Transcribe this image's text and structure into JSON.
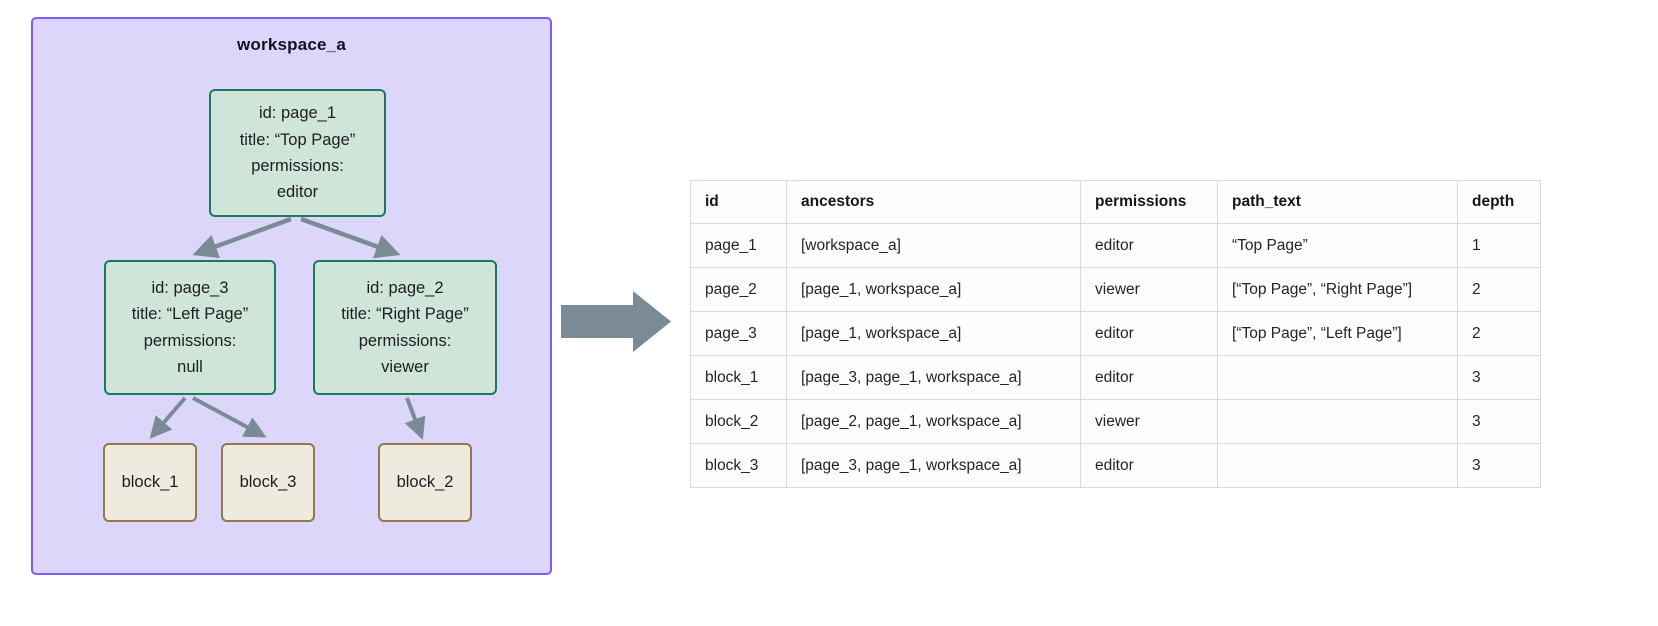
{
  "workspace": {
    "title": "workspace_a",
    "border_color": "#7c5cf5",
    "fill_color": "#ddd6fb"
  },
  "colors": {
    "page_node_fill": "#cfe5d9",
    "page_node_border": "#1b7a5e",
    "block_node_fill": "#eeeadd",
    "block_node_border": "#94764f",
    "arrow_color": "#7a8b95",
    "table_border": "#d5dae4"
  },
  "nodes": {
    "page_1": {
      "id_line": "id: page_1",
      "title_line": "title: “Top Page”",
      "permissions_label": "permissions:",
      "permissions_value": "editor"
    },
    "page_3": {
      "id_line": "id: page_3",
      "title_line": "title: “Left Page”",
      "permissions_label": "permissions:",
      "permissions_value": "null"
    },
    "page_2": {
      "id_line": "id: page_2",
      "title_line": "title: “Right Page”",
      "permissions_label": "permissions:",
      "permissions_value": "viewer"
    },
    "block_1": {
      "label": "block_1"
    },
    "block_3": {
      "label": "block_3"
    },
    "block_2": {
      "label": "block_2"
    }
  },
  "table": {
    "columns": [
      "id",
      "ancestors",
      "permissions",
      "path_text",
      "depth"
    ],
    "rows": [
      {
        "id": "page_1",
        "ancestors": "[workspace_a]",
        "permissions": "editor",
        "path_text": "“Top Page”",
        "depth": "1"
      },
      {
        "id": "page_2",
        "ancestors": "[page_1, workspace_a]",
        "permissions": "viewer",
        "path_text": "[“Top Page”, “Right Page”]",
        "depth": "2"
      },
      {
        "id": "page_3",
        "ancestors": "[page_1, workspace_a]",
        "permissions": "editor",
        "path_text": "[“Top Page”, “Left Page”]",
        "depth": "2"
      },
      {
        "id": "block_1",
        "ancestors": "[page_3, page_1, workspace_a]",
        "permissions": "editor",
        "path_text": "",
        "depth": "3"
      },
      {
        "id": "block_2",
        "ancestors": "[page_2, page_1, workspace_a]",
        "permissions": "viewer",
        "path_text": "",
        "depth": "3"
      },
      {
        "id": "block_3",
        "ancestors": "[page_3, page_1, workspace_a]",
        "permissions": "editor",
        "path_text": "",
        "depth": "3"
      }
    ]
  }
}
